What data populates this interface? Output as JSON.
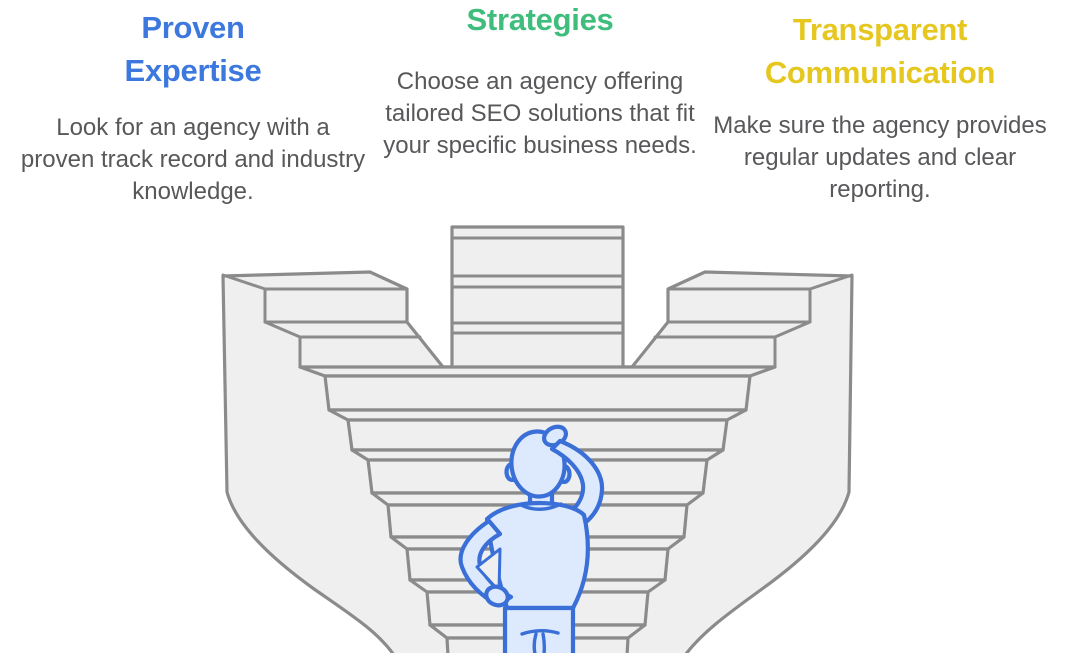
{
  "page": {
    "background": "#ffffff"
  },
  "colors": {
    "page-bg": "#ffffff",
    "title-blue": "#3c78dd",
    "title-green": "#3ebd7d",
    "title-yellow": "#e5c71f",
    "body-gray": "#58585b",
    "stair-fill": "#efefef",
    "stair-stroke": "#8b8b8b",
    "person-stroke": "#3a6fd8",
    "person-fill": "#dde9fc"
  },
  "columns": [
    {
      "id": "proven-expertise",
      "title_lines": [
        "Proven",
        "Expertise"
      ],
      "body": "Look for an agency with a proven track record and industry knowledge."
    },
    {
      "id": "strategies",
      "title_lines": [
        "Strategies"
      ],
      "body": "Choose an agency offering tailored SEO solutions that fit your specific business needs."
    },
    {
      "id": "transparent-communication",
      "title_lines": [
        "Transparent",
        "Communication"
      ],
      "body": "Make sure the agency provides regular updates and clear reporting."
    }
  ],
  "illustration": {
    "description": "Person seen from behind scratching head while facing three converging staircases"
  }
}
